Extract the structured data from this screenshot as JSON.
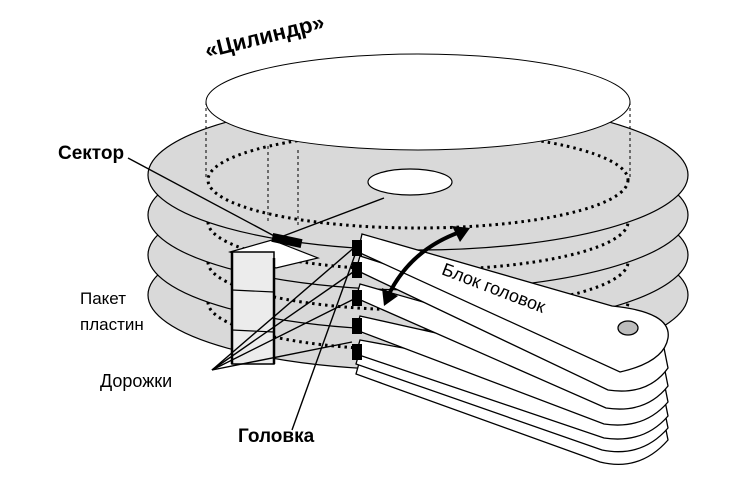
{
  "labels": {
    "cylinder": "«Цилиндр»",
    "sector": "Сектор",
    "pack_line1": "Пакет",
    "pack_line2": "пластин",
    "tracks": "Дорожки",
    "head": "Головка",
    "head_block": "Блок головок"
  },
  "colors": {
    "platter_fill": "#d9d9d9",
    "arm_fill": "#ffffff",
    "stroke": "#000000"
  }
}
